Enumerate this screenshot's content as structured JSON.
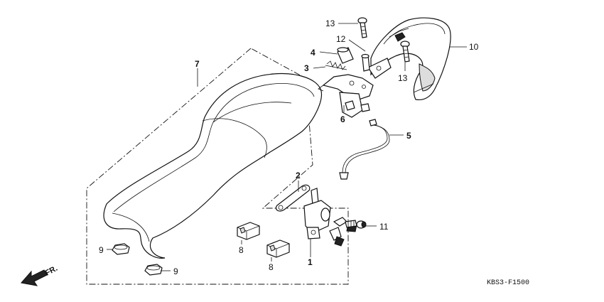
{
  "labels": {
    "p1": "1",
    "p2": "2",
    "p3": "3",
    "p4": "4",
    "p5": "5",
    "p6": "6",
    "p7": "7",
    "p8a": "8",
    "p8b": "8",
    "p9a": "9",
    "p9b": "9",
    "p10": "10",
    "p11": "11",
    "p12": "12",
    "p13a": "13",
    "p13b": "13"
  },
  "direction_label": "FR.",
  "diagram_code": "KBS3-F1500"
}
